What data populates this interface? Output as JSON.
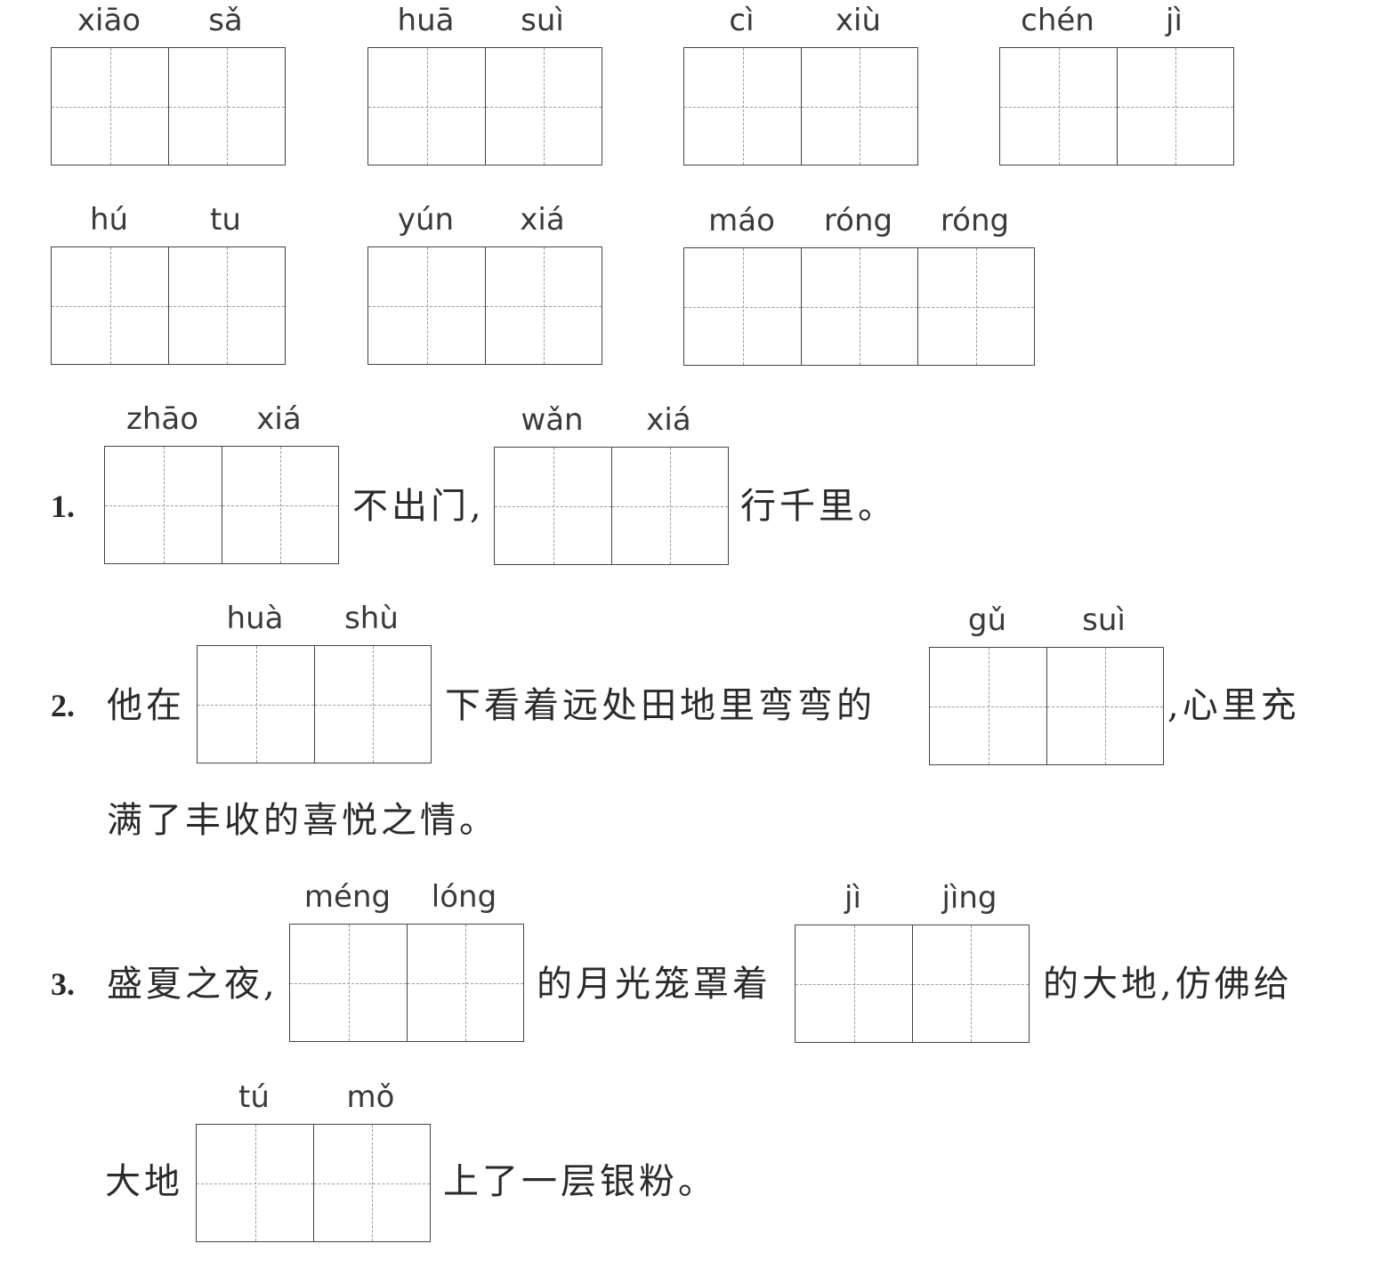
{
  "words": [
    {
      "pinyin": [
        "xiāo",
        "sǎ"
      ]
    },
    {
      "pinyin": [
        "huā",
        "suì"
      ]
    },
    {
      "pinyin": [
        "cì",
        "xiù"
      ]
    },
    {
      "pinyin": [
        "chén",
        "jì"
      ]
    },
    {
      "pinyin": [
        "hú",
        "tu"
      ]
    },
    {
      "pinyin": [
        "yún",
        "xiá"
      ]
    },
    {
      "pinyin": [
        "máo",
        "róng",
        "róng"
      ]
    }
  ],
  "questions": [
    {
      "number": "1.",
      "blanks": [
        {
          "pinyin": [
            "zhāo",
            "xiá"
          ]
        },
        {
          "pinyin": [
            "wǎn",
            "xiá"
          ]
        }
      ],
      "texts": [
        "不出门,",
        "行千里。"
      ]
    },
    {
      "number": "2.",
      "blanks": [
        {
          "pinyin": [
            "huà",
            "shù"
          ]
        },
        {
          "pinyin": [
            "gǔ",
            "suì"
          ]
        }
      ],
      "texts": [
        "他在",
        "下看着远处田地里弯弯的",
        ",心里充",
        "满了丰收的喜悦之情。"
      ]
    },
    {
      "number": "3.",
      "blanks": [
        {
          "pinyin": [
            "méng",
            "lóng"
          ]
        },
        {
          "pinyin": [
            "jì",
            "jìng"
          ]
        },
        {
          "pinyin": [
            "tú",
            "mǒ"
          ]
        }
      ],
      "texts": [
        "盛夏之夜,",
        "的月光笼罩着",
        "的大地,仿佛给",
        "大地",
        "上了一层银粉。"
      ]
    }
  ]
}
